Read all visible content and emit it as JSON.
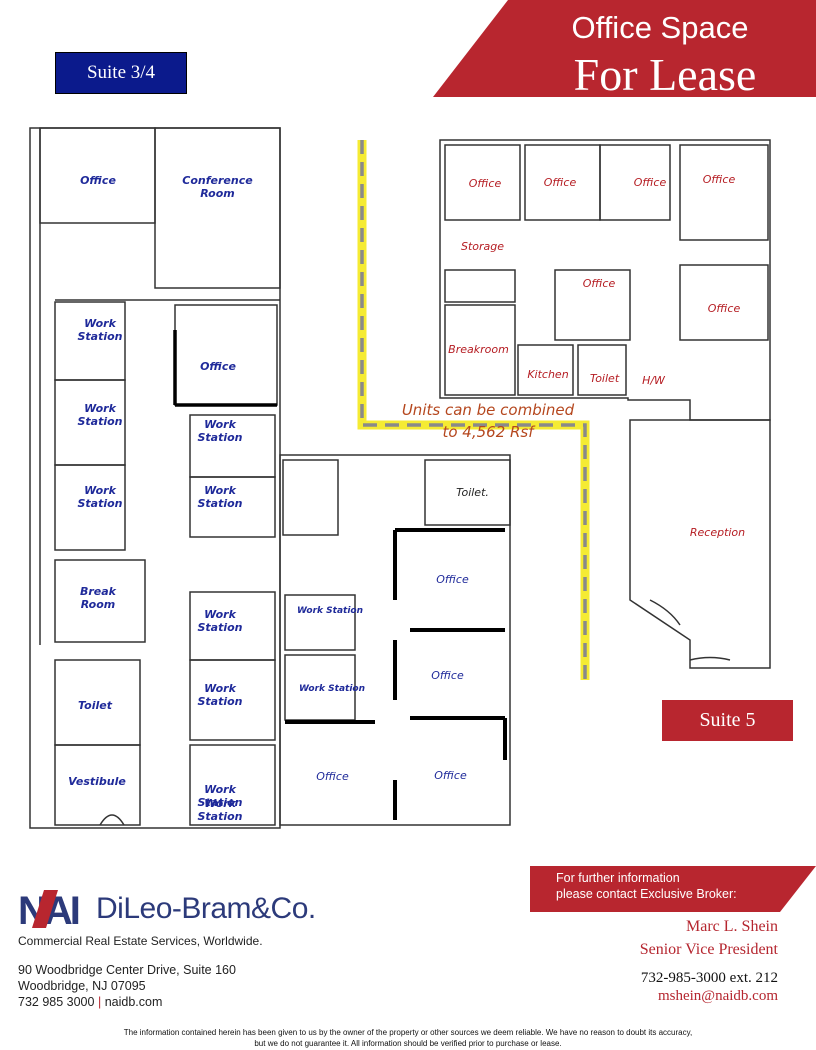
{
  "header": {
    "title_line1": "Office Space",
    "title_line2": "For Lease",
    "brand_color": "#b8262f"
  },
  "suites": {
    "left": "Suite 3/4",
    "right": "Suite 5"
  },
  "floor_plan": {
    "rooms_left": [
      {
        "label": "Office"
      },
      {
        "label": "Conference Room"
      },
      {
        "label": "Work Station"
      },
      {
        "label": "Office"
      },
      {
        "label": "Work Station"
      },
      {
        "label": "Work Station"
      },
      {
        "label": "Work Station"
      },
      {
        "label": "Work Station"
      },
      {
        "label": "Break Room"
      },
      {
        "label": "Work Station"
      },
      {
        "label": "Work Station"
      },
      {
        "label": "Work Station"
      },
      {
        "label": "Work Station"
      },
      {
        "label": "Toilet"
      },
      {
        "label": "Vestibule"
      },
      {
        "label": "Work Station"
      },
      {
        "label": "Work Station"
      },
      {
        "label": "Office"
      },
      {
        "label": "Office"
      },
      {
        "label": "Office"
      },
      {
        "label": "Office"
      },
      {
        "label": "Toilet."
      }
    ],
    "rooms_right": [
      {
        "label": "Office"
      },
      {
        "label": "Office"
      },
      {
        "label": "Office"
      },
      {
        "label": "Office"
      },
      {
        "label": "Storage"
      },
      {
        "label": "Office"
      },
      {
        "label": "Office"
      },
      {
        "label": "Breakroom"
      },
      {
        "label": "Kitchen"
      },
      {
        "label": "Toilet"
      },
      {
        "label": "H/W"
      },
      {
        "label": "Reception"
      }
    ],
    "combine_line1": "Units can be combined",
    "combine_line2": "to 4,562 Rsf"
  },
  "footer": {
    "logo_mark": "NAI",
    "company": "DiLeo-Bram&Co.",
    "tagline": "Commercial Real Estate Services, Worldwide.",
    "address_line1": "90 Woodbridge Center Drive, Suite 160",
    "address_line2": "Woodbridge, NJ  07095",
    "phone": "732 985 3000",
    "separator": "|",
    "website": "naidb.com",
    "contact_line1": "For further information",
    "contact_line2": "please contact Exclusive Broker:",
    "broker_name": "Marc L. Shein",
    "broker_title": "Senior Vice President",
    "broker_phone": "732-985-3000 ext. 212",
    "broker_email": "mshein@naidb.com",
    "disclaimer_line1": "The information contained herein has been given to us by the owner of the property or other sources we deem reliable. We have no reason to doubt its accuracy,",
    "disclaimer_line2": "but we do not guarantee it. All information should be verified prior to purchase or lease."
  }
}
